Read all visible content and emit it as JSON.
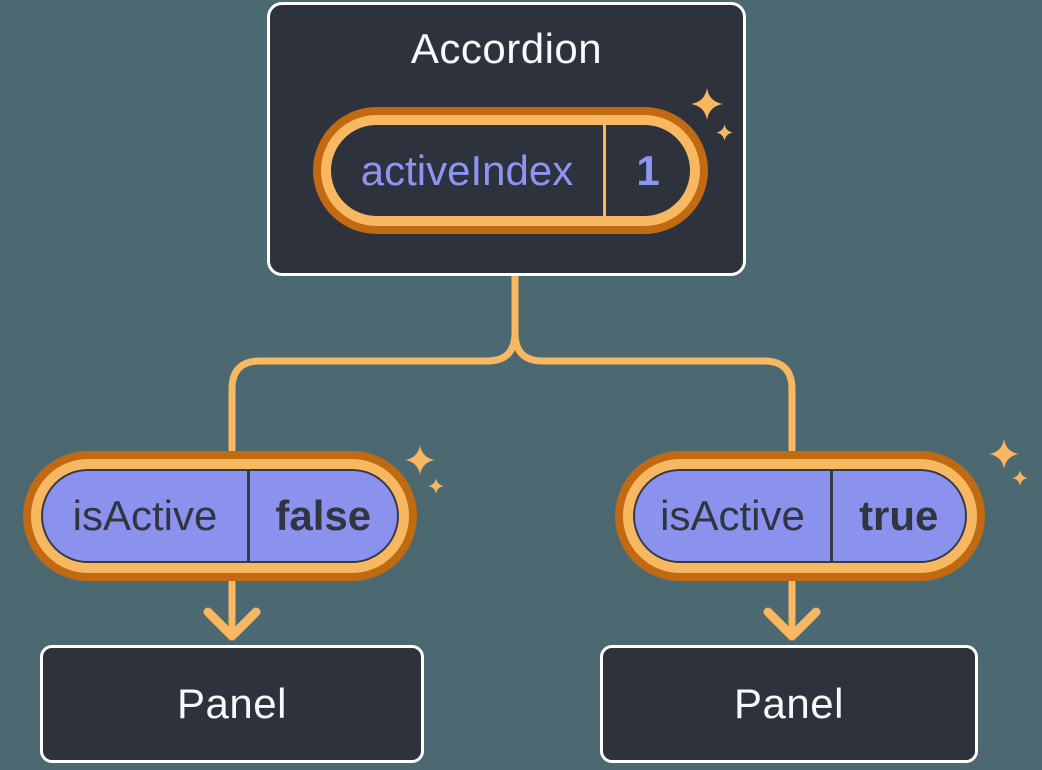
{
  "colors": {
    "background": "#4C6972",
    "box_background": "#2D323C",
    "box_border": "#FFFFFF",
    "box_text": "#F8F9FA",
    "ring_orange_dark": "#C16A12",
    "ring_orange_light": "#F8B862",
    "connector_orange": "#F8B862",
    "sparkle_orange": "#F8B862",
    "pill_purple_fill": "#8A92EE",
    "pill_purple_text": "#8C95F4",
    "pill_dark_text": "#30353F"
  },
  "accordion": {
    "title": "Accordion",
    "state_pill": {
      "name": "activeIndex",
      "value": "1"
    }
  },
  "branches": [
    {
      "side": "left",
      "prop_pill": {
        "name": "isActive",
        "value": "false"
      },
      "panel": {
        "label": "Panel"
      }
    },
    {
      "side": "right",
      "prop_pill": {
        "name": "isActive",
        "value": "true"
      },
      "panel": {
        "label": "Panel"
      }
    }
  ],
  "icons": {
    "sparkle": "sparkle-icon",
    "arrow": "arrow-down-icon"
  }
}
